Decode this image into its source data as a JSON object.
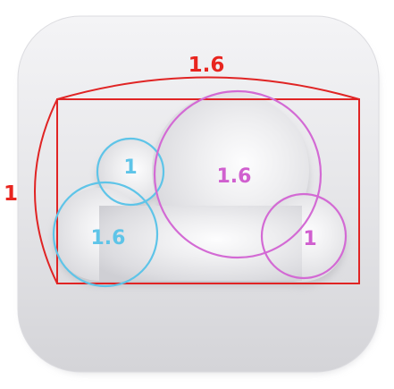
{
  "diagram": {
    "colors": {
      "frame": "#e02424",
      "blue_circle": "#5ec4e8",
      "pink_circle": "#d36ad4",
      "blue_text": "#5ec4e8",
      "pink_text": "#d05fcf",
      "red_text": "#e8251f"
    },
    "labels": {
      "top_width": "1.6",
      "left_height": "1",
      "small_blue_circle": "1",
      "large_blue_circle": "1.6",
      "large_pink_circle": "1.6",
      "small_pink_circle": "1"
    }
  }
}
